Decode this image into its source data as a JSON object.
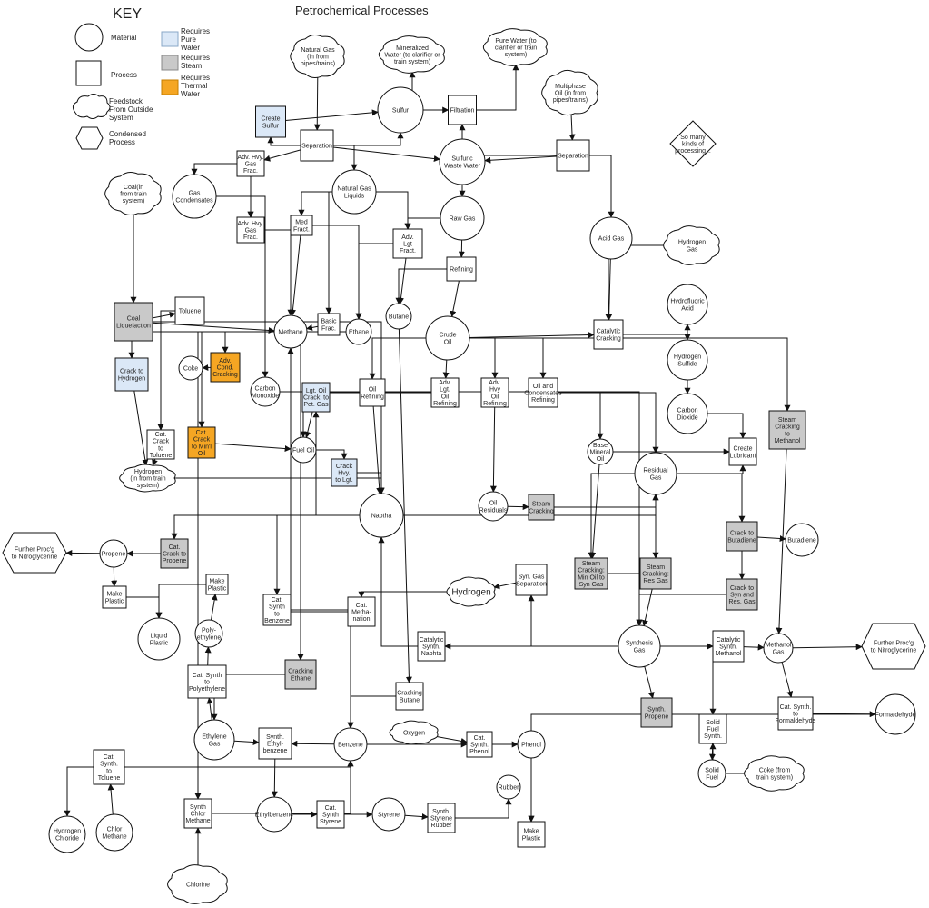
{
  "title": "Petrochemical Processes",
  "key": {
    "heading": "KEY",
    "material": "Material",
    "process": "Process",
    "feedstock": "Feedstock|From Outside|System",
    "condensed": "Condensed|Process",
    "pure_water": "Requires|Pure|Water",
    "steam": "Requires|Steam",
    "thermal": "Requires|Thermal|Water"
  },
  "colors": {
    "line": "#111111",
    "pure_water_fill": "#dbe8f7",
    "steam_fill": "#c9c9c9",
    "thermal_fill": "#f5a623",
    "white": "#ffffff"
  },
  "nodes": [
    {
      "id": "natural_gas",
      "label": "Natural Gas|(in from|pipes/trains)"
    },
    {
      "id": "mineralized_water",
      "label": "Mineralized|Water (to clarifier or|train system)"
    },
    {
      "id": "pure_water",
      "label": "Pure Water (to|clarifier or train|system)"
    },
    {
      "id": "multiphase_oil",
      "label": "Multiphase|Oil (in from|pipes/trains)"
    },
    {
      "id": "create_sulfur",
      "label": "Create|Sulfur"
    },
    {
      "id": "sulfur",
      "label": "Sulfur"
    },
    {
      "id": "filtration",
      "label": "Filtration"
    },
    {
      "id": "separation_1",
      "label": "Separation"
    },
    {
      "id": "separation_2",
      "label": "Separation"
    },
    {
      "id": "sulfuric_waste_water",
      "label": "Sulfuric|Waste Water"
    },
    {
      "id": "so_many",
      "label": "So many|kinds of|processing..."
    },
    {
      "id": "adv_hvy_gas_frac_1",
      "label": "Adv. Hvy.|Gas|Frac."
    },
    {
      "id": "adv_hvy_gas_frac_2",
      "label": "Adv. Hvy.|Gas|Frac."
    },
    {
      "id": "gas_condensates",
      "label": "Gas|Condensates"
    },
    {
      "id": "coal",
      "label": "Coal(in|from train|system)"
    },
    {
      "id": "natural_gas_liquids",
      "label": "Natural Gas|Liquids"
    },
    {
      "id": "raw_gas",
      "label": "Raw Gas"
    },
    {
      "id": "med_fract",
      "label": "Med|Fract."
    },
    {
      "id": "adv_lgt_fract",
      "label": "Adv.|Lgt|Fract."
    },
    {
      "id": "refining",
      "label": "Refining"
    },
    {
      "id": "acid_gas",
      "label": "Acid Gas"
    },
    {
      "id": "hydrogen_gas",
      "label": "Hydrogen|Gas"
    },
    {
      "id": "hydrofluoric_acid",
      "label": "Hydrofluoric|Acid"
    },
    {
      "id": "coal_liquefaction",
      "label": "Coal|Liquefaction"
    },
    {
      "id": "toluene",
      "label": "Toluene"
    },
    {
      "id": "methane",
      "label": "Methane"
    },
    {
      "id": "basic_frac",
      "label": "Basic|Frac."
    },
    {
      "id": "ethane",
      "label": "Ethane"
    },
    {
      "id": "butane",
      "label": "Butane"
    },
    {
      "id": "crude_oil",
      "label": "Crude|Oil"
    },
    {
      "id": "catalytic_cracking",
      "label": "Catalytic|Cracking"
    },
    {
      "id": "hydrogen_sulfide",
      "label": "Hydrogen|Sulfide"
    },
    {
      "id": "crack_to_hydrogen",
      "label": "Crack to|Hydrogen"
    },
    {
      "id": "coke",
      "label": "Coke"
    },
    {
      "id": "adv_cond_cracking",
      "label": "Adv.|Cond.|Cracking"
    },
    {
      "id": "carbon_monoxide",
      "label": "Carbon|Monoxide"
    },
    {
      "id": "lgt_oil_crack",
      "label": "Lgt. Oil|Crack: to|Pet. Gas"
    },
    {
      "id": "oil_refining",
      "label": "Oil|Refining"
    },
    {
      "id": "adv_lgt_oil_refining",
      "label": "Adv.|Lgt.|Oil|Refining"
    },
    {
      "id": "adv_hvy_oil_refining",
      "label": "Adv.|Hvy|Oil|Refining"
    },
    {
      "id": "oil_condensates_refining",
      "label": "Oil and|Condensates|Refining"
    },
    {
      "id": "carbon_dioxide",
      "label": "Carbon|Dioxide"
    },
    {
      "id": "steam_cracking_methanol",
      "label": "Steam|Cracking|to|Methanol"
    },
    {
      "id": "cat_crack_toluene",
      "label": "Cat.|Crack|to|Toluene"
    },
    {
      "id": "cat_crack_minl_oil",
      "label": "Cat.|Crack|to Min'l|Oil"
    },
    {
      "id": "fuel_oil",
      "label": "Fuel Oil"
    },
    {
      "id": "crack_hvy_lgt",
      "label": "Crack|Hvy.|to Lgt."
    },
    {
      "id": "base_mineral_oil",
      "label": "Base|Mineral|Oil"
    },
    {
      "id": "create_lubricant",
      "label": "Create|Lubricant"
    },
    {
      "id": "residual_gas",
      "label": "Residual|Gas"
    },
    {
      "id": "hydrogen_train",
      "label": "Hydrogen|(in from train|system)"
    },
    {
      "id": "naptha",
      "label": "Naptha"
    },
    {
      "id": "oil_residuals",
      "label": "Oil|Residuals"
    },
    {
      "id": "steam_cracking_1",
      "label": "Steam|Cracking"
    },
    {
      "id": "crack_to_butadiene",
      "label": "Crack to|Butadiene"
    },
    {
      "id": "butadiene",
      "label": "Butadiene"
    },
    {
      "id": "further_proc_left",
      "label": "Further Proc'g|to Nitroglycerine"
    },
    {
      "id": "propene",
      "label": "Propene"
    },
    {
      "id": "cat_crack_propene",
      "label": "Cat.|Crack to|Propene"
    },
    {
      "id": "steam_cracking_min_oil",
      "label": "Steam|Cracking:|Min Oil to|Syn Gas"
    },
    {
      "id": "steam_cracking_res_gas",
      "label": "Steam|Cracking:|Res Gas"
    },
    {
      "id": "crack_syn_res",
      "label": "Crack to|Syn and|Res. Gas"
    },
    {
      "id": "make_plastic_1",
      "label": "Make|Plastic"
    },
    {
      "id": "make_plastic_2",
      "label": "Make|Plastic"
    },
    {
      "id": "syn_gas_separation",
      "label": "Syn. Gas|Separation"
    },
    {
      "id": "hydrogen_2",
      "label": "Hydrogen"
    },
    {
      "id": "cat_synth_benzene",
      "label": "Cat.|Synth|to|Benzene"
    },
    {
      "id": "cat_methanation",
      "label": "Cat.|Metha-|nation"
    },
    {
      "id": "liquid_plastic",
      "label": "Liquid|Plastic"
    },
    {
      "id": "polyethylene",
      "label": "Poly-|ethylene"
    },
    {
      "id": "catalytic_synth_naphta",
      "label": "Catalytic|Synth.|Naphta"
    },
    {
      "id": "synthesis_gas",
      "label": "Synthesis|Gas"
    },
    {
      "id": "catalytic_synth_methanol",
      "label": "Catalytic|Synth.|Methanol"
    },
    {
      "id": "methanol_gas",
      "label": "Methanol|Gas"
    },
    {
      "id": "further_proc_right",
      "label": "Further Proc'g|to Nitroglycerine"
    },
    {
      "id": "cat_synth_polyethylene",
      "label": "Cat. Synth|to|Polyethylene"
    },
    {
      "id": "cracking_ethane",
      "label": "Cracking|Ethane"
    },
    {
      "id": "cracking_butane",
      "label": "Cracking|Butane"
    },
    {
      "id": "synth_propene",
      "label": "Synth.|Propene"
    },
    {
      "id": "cat_synth_formaldehyde",
      "label": "Cat. Synth.|to|Formaldehyde"
    },
    {
      "id": "formaldehyde",
      "label": "Formaldehyde"
    },
    {
      "id": "ethylene_gas",
      "label": "Ethylene|Gas"
    },
    {
      "id": "synth_ethylbenzene",
      "label": "Synth.|Ethyl-|benzene"
    },
    {
      "id": "benzene",
      "label": "Benzene"
    },
    {
      "id": "oxygen",
      "label": "Oxygen"
    },
    {
      "id": "cat_synth_phenol",
      "label": "Cat.|Synth.|Phenol"
    },
    {
      "id": "phenol",
      "label": "Phenol"
    },
    {
      "id": "solid_fuel_synth",
      "label": "Solid|Fuel|Synth."
    },
    {
      "id": "solid_fuel",
      "label": "Solid|Fuel"
    },
    {
      "id": "coke_train",
      "label": "Coke (from|train system)"
    },
    {
      "id": "cat_synth_toluene",
      "label": "Cat.|Synth.|to|Toluene"
    },
    {
      "id": "rubber",
      "label": "Rubber"
    },
    {
      "id": "synth_chlor_methane",
      "label": "Synth|Chlor|Methane"
    },
    {
      "id": "ethylbenzene",
      "label": "Ethylbenzene"
    },
    {
      "id": "cat_synth_styrene",
      "label": "Cat.|Synth|Styrene"
    },
    {
      "id": "styrene",
      "label": "Styrene"
    },
    {
      "id": "synth_styrene_rubber",
      "label": "Synth.|Styrene|Rubber"
    },
    {
      "id": "hydrogen_chloride",
      "label": "Hydrogen|Chloride"
    },
    {
      "id": "chlor_methane",
      "label": "Chlor|Methane"
    },
    {
      "id": "make_plastic_3",
      "label": "Make|Plastic"
    },
    {
      "id": "chlorine",
      "label": "Chlorine"
    }
  ]
}
